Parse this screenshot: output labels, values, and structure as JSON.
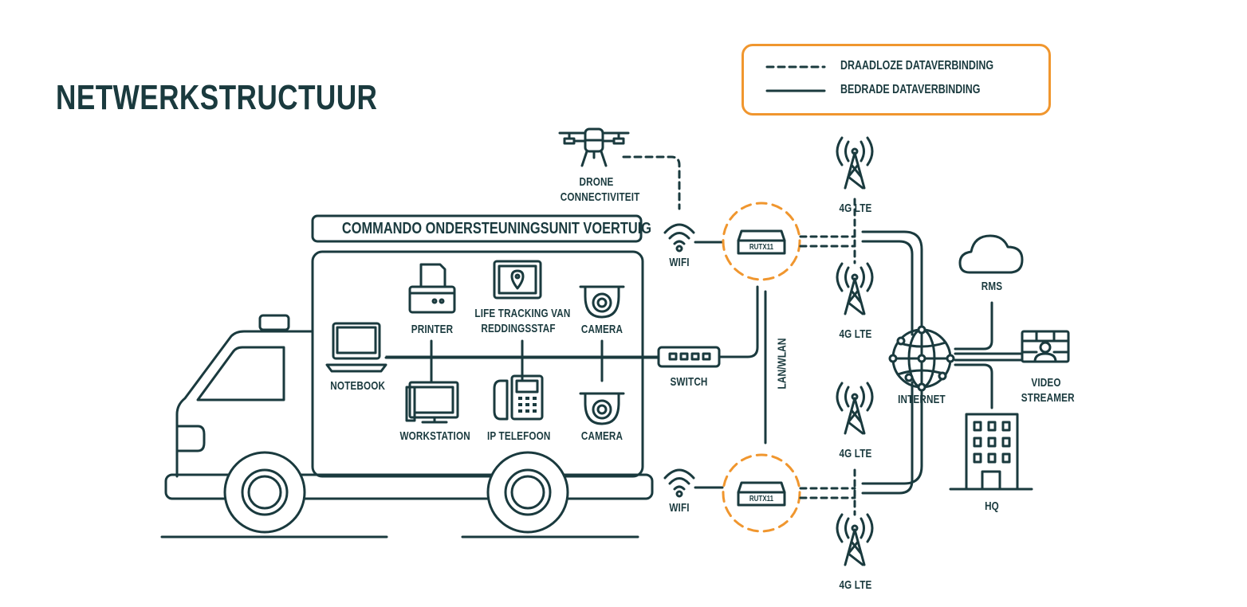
{
  "title": "NETWERKSTRUCTUUR",
  "legend": {
    "wireless": "DRAADLOZE DATAVERBINDING",
    "wired": "BEDRADE DATAVERBINDING"
  },
  "vehicle_banner": "COMMANDO ONDERSTEUNINGSUNIT VOERTUIG",
  "devices": {
    "drone": "DRONE",
    "drone_line2": "CONNECTIVITEIT",
    "wifi_top": "WIFI",
    "wifi_bottom": "WIFI",
    "router_top": "RUTX11",
    "router_bottom": "RUTX11",
    "lan_wlan": "LAN/WLAN",
    "printer": "PRINTER",
    "life_tracking_1": "LIFE TRACKING VAN",
    "life_tracking_2": "REDDINGSSTAF",
    "camera_top": "CAMERA",
    "camera_bottom": "CAMERA",
    "notebook": "NOTEBOOK",
    "switch": "SWITCH",
    "workstation": "WORKSTATION",
    "ip_phone": "IP TELEFOON",
    "lte_1": "4G LTE",
    "lte_2": "4G LTE",
    "lte_3": "4G LTE",
    "lte_4": "4G LTE",
    "internet": "INTERNET",
    "rms": "RMS",
    "video_1": "VIDEO",
    "video_2": "STREAMER",
    "hq": "HQ"
  },
  "colors": {
    "line": "#1a3a3e",
    "accent": "#f0962e",
    "background": "#ffffff"
  }
}
